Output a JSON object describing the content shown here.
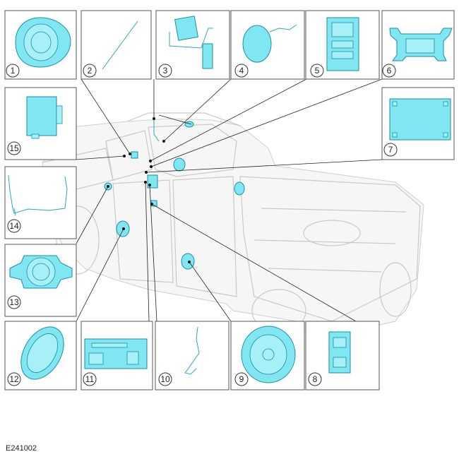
{
  "figure_id": "E241002",
  "callouts": [
    {
      "num": "1"
    },
    {
      "num": "2"
    },
    {
      "num": "3"
    },
    {
      "num": "4"
    },
    {
      "num": "5"
    },
    {
      "num": "6"
    },
    {
      "num": "7"
    },
    {
      "num": "8"
    },
    {
      "num": "9"
    },
    {
      "num": "10"
    },
    {
      "num": "11"
    },
    {
      "num": "12"
    },
    {
      "num": "13"
    },
    {
      "num": "14"
    },
    {
      "num": "15"
    }
  ],
  "colors": {
    "component": "#7fe6f2",
    "outline": "#1a8fa3",
    "vehicle": "#d0d0d0"
  }
}
